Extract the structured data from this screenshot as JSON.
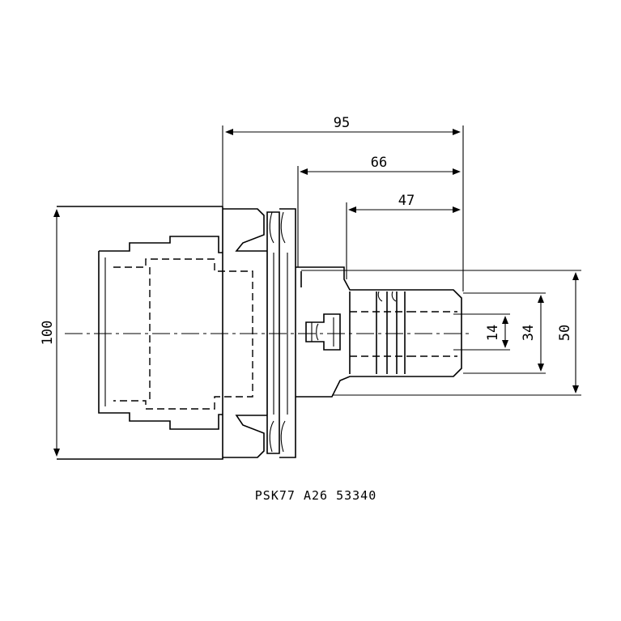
{
  "dimensions": {
    "overall_length": "95",
    "length_66": "66",
    "length_47": "47",
    "overall_diameter": "100",
    "bore_14": "14",
    "dia_34": "34",
    "dia_50": "50"
  },
  "caption": "PSK77 A26 53340"
}
